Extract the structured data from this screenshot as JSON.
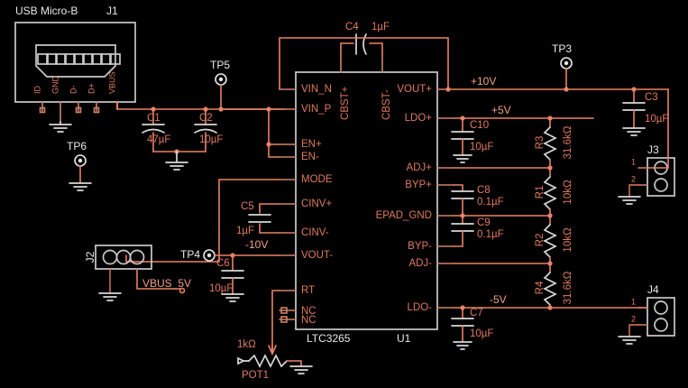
{
  "title": "LTC3265 Power Supply Schematic",
  "colors": {
    "background": "#000000",
    "wire": "#eb8266",
    "pin_text": "#e07a5f",
    "body_outline": "#c9c9c9",
    "net_label": "#f0a083",
    "white_text": "#e9e9e9"
  },
  "connectors": {
    "usb": {
      "label": "USB Micro-B",
      "ref": "J1",
      "pins": [
        "ID",
        "GND",
        "D-",
        "D+",
        "VBUS"
      ]
    },
    "j2": {
      "ref": "J2",
      "pin_count": 3
    },
    "j3": {
      "ref": "J3",
      "pins": [
        "1",
        "2"
      ]
    },
    "j4": {
      "ref": "J4",
      "pins": [
        "1",
        "2"
      ]
    }
  },
  "ic": {
    "ref": "U1",
    "part": "LTC3265",
    "pins_left": [
      "VIN_N",
      "VIN_P",
      "EN+",
      "EN-",
      "MODE",
      "CINV+",
      "CINV-",
      "VOUT-",
      "RT",
      "NC",
      "NC"
    ],
    "pins_top": [
      "CBST+",
      "CBST-"
    ],
    "pins_right": [
      "VOUT+",
      "LDO+",
      "ADJ+",
      "BYP+",
      "EPAD_GND",
      "BYP-",
      "ADJ-",
      "LDO-"
    ]
  },
  "components": [
    {
      "ref": "C1",
      "value": "47µF",
      "type": "cap-polarized"
    },
    {
      "ref": "C2",
      "value": "10µF",
      "type": "cap-polarized"
    },
    {
      "ref": "C3",
      "value": "10µF",
      "type": "cap"
    },
    {
      "ref": "C4",
      "value": "1µF",
      "type": "cap"
    },
    {
      "ref": "C5",
      "value": "1µF",
      "type": "cap"
    },
    {
      "ref": "C6",
      "value": "10µF",
      "type": "cap"
    },
    {
      "ref": "C7",
      "value": "10µF",
      "type": "cap"
    },
    {
      "ref": "C8",
      "value": "0.1µF",
      "type": "cap"
    },
    {
      "ref": "C9",
      "value": "0.1µF",
      "type": "cap"
    },
    {
      "ref": "C10",
      "value": "10µF",
      "type": "cap"
    },
    {
      "ref": "R1",
      "value": "10kΩ",
      "type": "resistor"
    },
    {
      "ref": "R2",
      "value": "10kΩ",
      "type": "resistor"
    },
    {
      "ref": "R3",
      "value": "31.6kΩ",
      "type": "resistor"
    },
    {
      "ref": "R4",
      "value": "31.6kΩ",
      "type": "resistor"
    },
    {
      "ref": "POT1",
      "value": "1kΩ",
      "type": "potentiometer"
    }
  ],
  "caps": {
    "c1": {
      "ref": "C1",
      "value": "47µF"
    },
    "c2": {
      "ref": "C2",
      "value": "10µF"
    },
    "c3": {
      "ref": "C3",
      "value": "10µF"
    },
    "c4": {
      "ref": "C4",
      "value": "1µF"
    },
    "c5": {
      "ref": "C5",
      "value": "1µF"
    },
    "c6": {
      "ref": "C6",
      "value": "10µF"
    },
    "c7": {
      "ref": "C7",
      "value": "10µF"
    },
    "c8": {
      "ref": "C8",
      "value": "0.1µF"
    },
    "c9": {
      "ref": "C9",
      "value": "0.1µF"
    },
    "c10": {
      "ref": "C10",
      "value": "10µF"
    }
  },
  "resistors": {
    "r1": {
      "ref": "R1",
      "value": "10kΩ"
    },
    "r2": {
      "ref": "R2",
      "value": "10kΩ"
    },
    "r3": {
      "ref": "R3",
      "value": "31.6kΩ"
    },
    "r4": {
      "ref": "R4",
      "value": "31.6kΩ"
    }
  },
  "pot": {
    "ref": "POT1",
    "value": "1kΩ"
  },
  "test_points": [
    {
      "ref": "TP3"
    },
    {
      "ref": "TP4"
    },
    {
      "ref": "TP5"
    },
    {
      "ref": "TP6"
    }
  ],
  "testpoints": {
    "tp3": "TP3",
    "tp4": "TP4",
    "tp5": "TP5",
    "tp6": "TP6"
  },
  "nets": {
    "plus10v": "+10V",
    "plus5v": "+5V",
    "minus10v": "-10V",
    "minus5v": "-5V",
    "vbus5v": "VBUS_5V"
  },
  "ic_pins": {
    "vin_n": "VIN_N",
    "vin_p": "VIN_P",
    "en_p": "EN+",
    "en_n": "EN-",
    "mode": "MODE",
    "cinv_p": "CINV+",
    "cinv_n": "CINV-",
    "vout_n": "VOUT-",
    "rt": "RT",
    "nc1": "NC",
    "nc2": "NC",
    "cbst_p": "CBST+",
    "cbst_n": "CBST-",
    "vout_p": "VOUT+",
    "ldo_p": "LDO+",
    "adj_p": "ADJ+",
    "byp_p": "BYP+",
    "epad_gnd": "EPAD_GND",
    "byp_n": "BYP-",
    "adj_n": "ADJ-",
    "ldo_n": "LDO-"
  },
  "usb_pins": {
    "p1": "ID",
    "p2": "GND",
    "p3": "D-",
    "p4": "D+",
    "p5": "VBUS"
  },
  "usb_label": "USB Micro-B",
  "refs": {
    "j1": "J1",
    "j2": "J2",
    "j3": "J3",
    "j4": "J4",
    "u1": "U1",
    "part": "LTC3265"
  },
  "pin_numbers": {
    "one": "1",
    "two": "2"
  }
}
